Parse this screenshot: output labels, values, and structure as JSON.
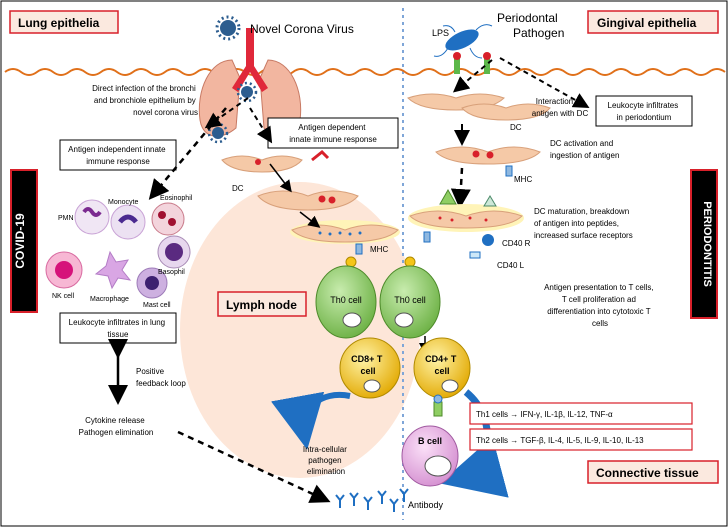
{
  "regions": {
    "lung_epithelia": "Lung epithelia",
    "gingival_epithelia": "Gingival epithelia",
    "connective_tissue": "Connective tissue",
    "lymph_node": "Lymph node",
    "covid": "COVID-19",
    "periodontitis": "PERIODONTITIS"
  },
  "titles": {
    "virus": "Novel Corona Virus",
    "pathogen_line1": "Periodontal",
    "pathogen_line2": "Pathogen",
    "lps": "LPS"
  },
  "left": {
    "direct_infection": [
      "Direct infection of the bronchi",
      "and bronchiole epithelium by",
      "novel corona virus"
    ],
    "innate_box": [
      "Antigen independent innate",
      "immune response"
    ],
    "cells": {
      "pmn": "PMN",
      "monocyte": "Monocyte",
      "eosinophil": "Eosinophil",
      "basophil": "Basophil",
      "nk": "NK cell",
      "macrophage": "Macrophage",
      "mast": "Mast cell"
    },
    "leukocyte_box": [
      "Leukocyte infiltrates in lung",
      "tissue"
    ],
    "feedback": [
      "Positive",
      "feedback loop"
    ],
    "cytokine": [
      "Cytokine release",
      "Pathogen elimination"
    ]
  },
  "center": {
    "dependent_box": [
      "Antigen dependent",
      "innate immune response"
    ],
    "dc": "DC",
    "mhc": "MHC",
    "th0_a": "Th0 cell",
    "th0_b": "Th0 cell",
    "cd8": [
      "CD8+ T",
      "cell"
    ],
    "cd4": [
      "CD4+ T",
      "cell"
    ],
    "intracellular": [
      "Intra-cellular",
      "pathogen",
      "elimination"
    ],
    "b_cell": "B cell",
    "antibody": "Antibody"
  },
  "right": {
    "interaction": [
      "Interaction of",
      "antigen with DC"
    ],
    "dc": "DC",
    "leuko_perio": [
      "Leukocyte infiltrates",
      "in periodontium"
    ],
    "activation": [
      "DC activation and",
      "ingestion of antigen"
    ],
    "mhc": "MHC",
    "maturation": [
      "DC maturation, breakdown",
      "of antigen into peptides,",
      "increased surface receptors"
    ],
    "cd40r": "CD40 R",
    "cd40l": "CD40 L",
    "presentation": [
      "Antigen presentation to T cells,",
      "T cell proliferation ad",
      "differentiation into cytotoxic T",
      "cells"
    ],
    "th1": "Th1 cells → IFN-γ,  IL-1β, IL-12, TNF-α",
    "th2": "Th2 cells → TGF-β, IL-4, IL-5, IL-9, IL-10, IL-13"
  },
  "colors": {
    "region_border": "#d8202a",
    "region_fill": "#fbe9df",
    "epithelium": "#e0701a",
    "lung": "#f2b6a0",
    "trachea": "#e0283a",
    "dc_cell": "#f5c9a7",
    "th0": "#8fce63",
    "tcell": "#f5c518",
    "bcell": "#eeb6e8",
    "lymph": "#fde6d8",
    "arrow_blue": "#1f6fc2",
    "divider": "#7fa6d8",
    "side_label_bg": "#000000"
  }
}
